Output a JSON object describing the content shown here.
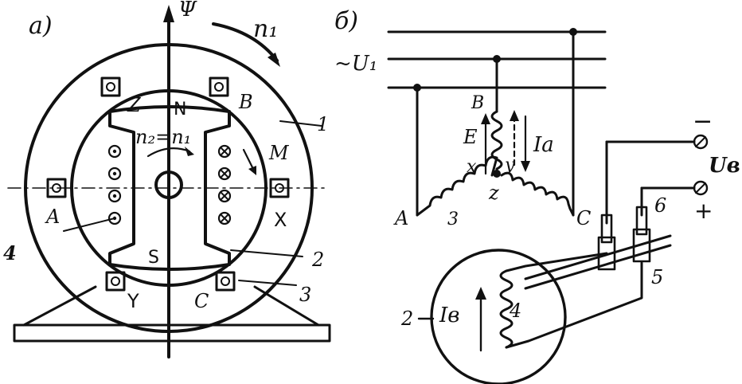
{
  "panel_a": {
    "label": "а)",
    "flux": "Ψ",
    "rotor_speed": "n₁",
    "speed_eq": "n₂=n₁",
    "north": "N",
    "south": "S",
    "slots": {
      "z": "Z",
      "b": "B",
      "m": "M",
      "a": "A",
      "x": "X",
      "y": "Y",
      "c": "C"
    },
    "parts": {
      "p1": "1",
      "p2": "2",
      "p3": "3",
      "p4": "4"
    }
  },
  "panel_b": {
    "label": "б)",
    "supply": "~U₁",
    "phase_b": "B",
    "emf": "E",
    "current": "Iа",
    "x": "x",
    "y": "y",
    "z": "z",
    "phase_a": "A",
    "phase_c": "C",
    "num3": "3",
    "minus": "−",
    "plus": "+",
    "uv": "Uв",
    "num6": "6",
    "num5": "5",
    "num2": "2",
    "iv": "Iв",
    "num4": "4"
  }
}
